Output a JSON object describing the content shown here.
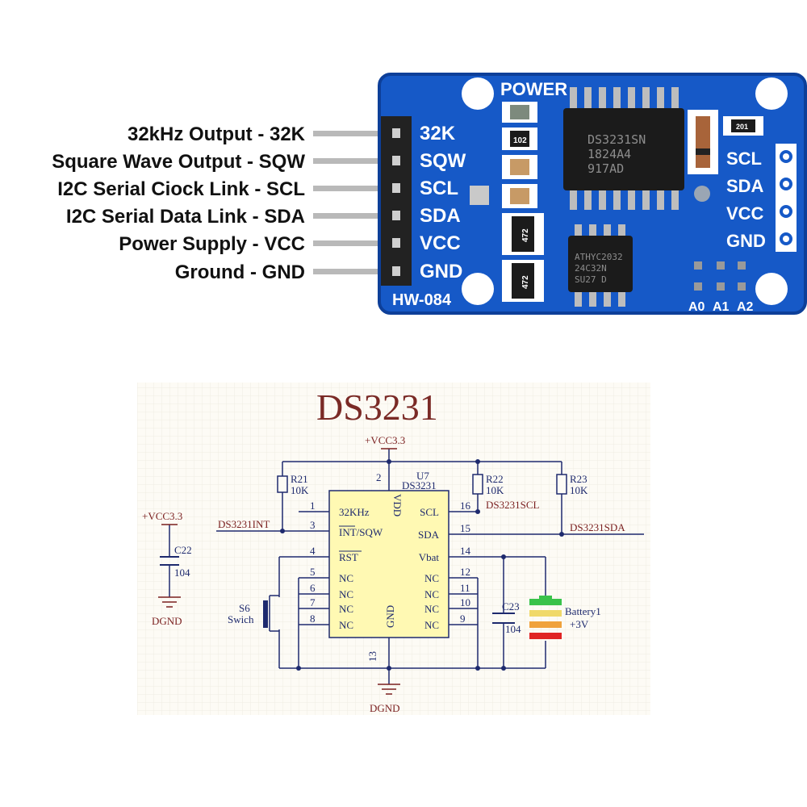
{
  "module": {
    "pin_labels": [
      "32kHz Output - 32K",
      "Square Wave  Output - SQW",
      "I2C Serial Ciock Link - SCL",
      "I2C Serial Data Link - SDA",
      "Power Supply - VCC",
      "Ground - GND"
    ],
    "header_pins": [
      "32K",
      "SQW",
      "SCL",
      "SDA",
      "VCC",
      "GND"
    ],
    "right_pins": [
      "SCL",
      "SDA",
      "VCC",
      "GND"
    ],
    "power_text": "POWER",
    "board_id": "HW-084",
    "main_chip": [
      "DS3231SN",
      "1824A4",
      "917AD"
    ],
    "eeprom_chip": [
      "ATHYC2032",
      "24C32N",
      "SU27 D"
    ],
    "smd_codes": [
      "102",
      "201",
      "472",
      "472"
    ],
    "address_pads": [
      "A0",
      "A1",
      "A2"
    ]
  },
  "schematic": {
    "title": "DS3231",
    "vcc_top": "+VCC3.3",
    "vcc_left": "+VCC3.3",
    "u_ref": "U7",
    "u_val": "DS3231",
    "r21": "R21",
    "r21_val": "10K",
    "r22": "R22",
    "r22_val": "10K",
    "r23": "R23",
    "r23_val": "10K",
    "c22": "C22",
    "c22_val": "104",
    "c23": "C23",
    "c23_val": "104",
    "switch_ref": "S6",
    "switch_val": "Swich",
    "battery_ref": "Battery1",
    "battery_val": "+3V",
    "gnd_left": "DGND",
    "gnd_bottom": "DGND",
    "net_int": "DS3231INT",
    "net_scl": "DS3231SCL",
    "net_sda": "DS3231SDA",
    "chip_left_pins": [
      "32KHz",
      "INT/SQW",
      "RST",
      "NC",
      "NC",
      "NC",
      "NC"
    ],
    "chip_right_pins": [
      "SCL",
      "SDA",
      "Vbat",
      "NC",
      "NC",
      "NC",
      "NC"
    ],
    "vdd_label": "VDD",
    "gnd_label": "GND",
    "left_pin_numbers": [
      "1",
      "3",
      "4",
      "5",
      "6",
      "7",
      "8"
    ],
    "right_pin_numbers": [
      "16",
      "15",
      "14",
      "12",
      "11",
      "10",
      "9"
    ],
    "top_pin_number": "2",
    "bottom_pin_number": "13"
  },
  "colors": {
    "pcb_blue": "#1659c7",
    "pcb_dark": "#0d3f99",
    "chip_black": "#1b1b1b",
    "schem_wire": "#1e2a6e",
    "schem_net": "#7a1f1f",
    "chip_fill": "#fff9b3",
    "paper": "#fdfbf5"
  }
}
